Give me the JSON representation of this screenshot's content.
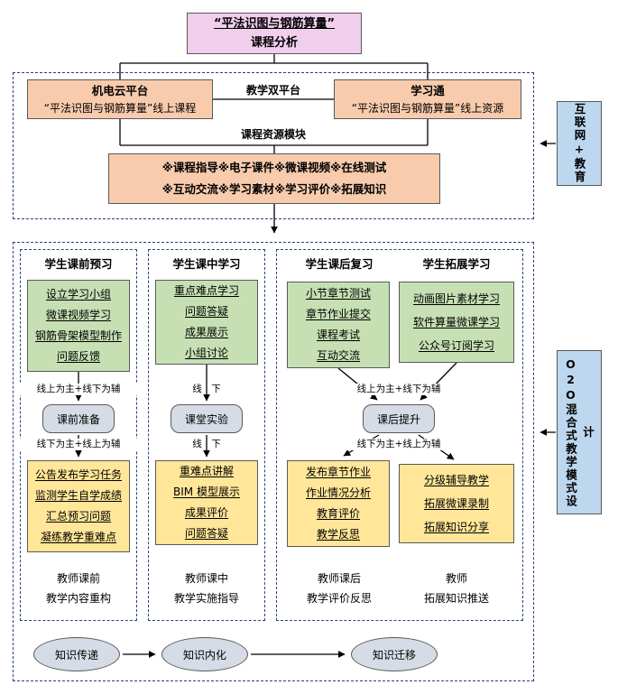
{
  "title": {
    "line1": "“平法识图与钢筋算量”",
    "line2": "课程分析"
  },
  "top": {
    "left_platform": {
      "line1": "机电云平台",
      "line2": "“平法识图与钢筋算量”线上课程"
    },
    "right_platform": {
      "line1": "学习通",
      "line2": "“平法识图与钢筋算量”线上资源"
    },
    "dual_platform_label": "教学双平台",
    "resource_module_label": "课程资源模块",
    "resource_box": {
      "line1": "※课程指导※电子课件※微课视频※在线测试",
      "line2": "※互动交流※学习素材※学习评价※拓展知识"
    }
  },
  "side": {
    "internet_education": "互联网+教育",
    "o2o_design": "O2O混合式教学模式设计"
  },
  "columns": {
    "c1": {
      "header": "学生课前预习",
      "student_items": [
        "设立学习小组",
        "微课视频学习",
        "钢筋骨架模型制作",
        "问题反馈"
      ],
      "mode_top": "线上为主+线下为辅",
      "stage": "课前准备",
      "mode_bottom": "线下为主+线上为辅",
      "teacher_items": [
        "公告发布学习任务",
        "监测学生自学成绩",
        "汇总预习问题",
        "凝练教学重难点"
      ],
      "footer1": "教师课前",
      "footer2": "教学内容重构"
    },
    "c2": {
      "header": "学生课中学习",
      "student_items": [
        "重点难点学习",
        "问题答疑",
        "成果展示",
        "小组讨论"
      ],
      "mode_top": "线　下",
      "stage": "课堂实验",
      "mode_bottom": "线　下",
      "teacher_items": [
        "重难点讲解",
        "BIM 模型展示",
        "成果评价",
        "问题答疑"
      ],
      "footer1": "教师课中",
      "footer2": "教学实施指导"
    },
    "c3": {
      "header": "学生课后复习",
      "student_items": [
        "小节章节测试",
        "章节作业提交",
        "课程考试",
        "互动交流"
      ],
      "teacher_items": [
        "发布章节作业",
        "作业情况分析",
        "教育评价",
        "教学反思"
      ],
      "footer1": "教师课后",
      "footer2": "教学评价反思"
    },
    "c4": {
      "header": "学生拓展学习",
      "student_items": [
        "动画图片素材学习",
        "软件算量微课学习",
        "公众号订阅学习"
      ],
      "teacher_items": [
        "分级辅导教学",
        "拓展微课录制",
        "拓展知识分享"
      ],
      "footer1": "教师",
      "footer2": "拓展知识推送"
    },
    "c34_shared": {
      "mode_top": "线上为主+线下为辅",
      "stage": "课后提升",
      "mode_bottom": "线下为主+线上为辅"
    }
  },
  "knowledge": {
    "k1": "知识传递",
    "k2": "知识内化",
    "k3": "知识迁移"
  },
  "colors": {
    "pink": "#F0CEEC",
    "orange": "#F8CBAD",
    "green": "#C6E0B4",
    "yellow": "#FFE699",
    "blue": "#BDD7EE",
    "node_gray": "#D6DCE5",
    "frame_navy": "#25427C"
  }
}
